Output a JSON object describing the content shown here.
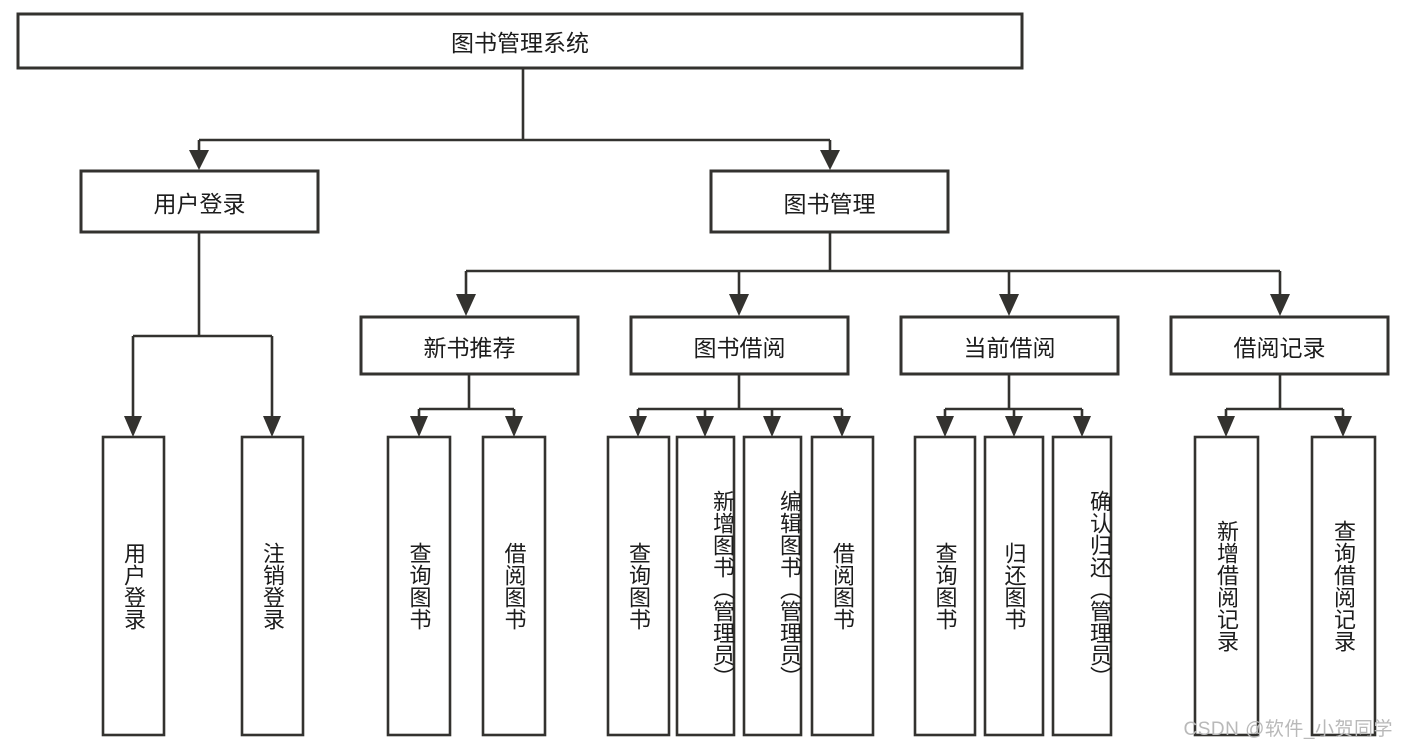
{
  "diagram": {
    "title": "图书管理系统",
    "type": "hierarchy-tree",
    "watermark": "CSDN @软件_小贺同学",
    "levels": {
      "root": {
        "label": "图书管理系统",
        "orientation": "horizontal"
      },
      "tier2": [
        {
          "id": "user-login",
          "label": "用户登录",
          "orientation": "horizontal"
        },
        {
          "id": "book-manage",
          "label": "图书管理",
          "orientation": "horizontal"
        }
      ],
      "tier3": [
        {
          "id": "new-book-recommend",
          "label": "新书推荐",
          "orientation": "horizontal",
          "parent": "book-manage"
        },
        {
          "id": "book-borrow",
          "label": "图书借阅",
          "orientation": "horizontal",
          "parent": "book-manage"
        },
        {
          "id": "current-borrow",
          "label": "当前借阅",
          "orientation": "horizontal",
          "parent": "book-manage"
        },
        {
          "id": "borrow-record",
          "label": "借阅记录",
          "orientation": "horizontal",
          "parent": "book-manage"
        }
      ],
      "leaves": [
        {
          "id": "leaf-user-login",
          "label": "用户登录",
          "orientation": "vertical",
          "parent": "user-login"
        },
        {
          "id": "leaf-user-logout",
          "label": "注销登录",
          "orientation": "vertical",
          "parent": "user-login"
        },
        {
          "id": "leaf-query-book-1",
          "label": "查询图书",
          "orientation": "vertical",
          "parent": "new-book-recommend"
        },
        {
          "id": "leaf-borrow-book-1",
          "label": "借阅图书",
          "orientation": "vertical",
          "parent": "new-book-recommend"
        },
        {
          "id": "leaf-query-book-2",
          "label": "查询图书",
          "orientation": "vertical",
          "parent": "book-borrow"
        },
        {
          "id": "leaf-add-book",
          "label": "新增图书（管理员）",
          "orientation": "vertical",
          "parent": "book-borrow"
        },
        {
          "id": "leaf-edit-book",
          "label": "编辑图书（管理员）",
          "orientation": "vertical",
          "parent": "book-borrow"
        },
        {
          "id": "leaf-borrow-book-2",
          "label": "借阅图书",
          "orientation": "vertical",
          "parent": "book-borrow"
        },
        {
          "id": "leaf-query-book-3",
          "label": "查询图书",
          "orientation": "vertical",
          "parent": "current-borrow"
        },
        {
          "id": "leaf-return-book",
          "label": "归还图书",
          "orientation": "vertical",
          "parent": "current-borrow"
        },
        {
          "id": "leaf-confirm-return",
          "label": "确认归还（管理员）",
          "orientation": "vertical",
          "parent": "current-borrow"
        },
        {
          "id": "leaf-add-record",
          "label": "新增借阅记录",
          "orientation": "vertical",
          "parent": "borrow-record"
        },
        {
          "id": "leaf-query-record",
          "label": "查询借阅记录",
          "orientation": "vertical",
          "parent": "borrow-record"
        }
      ]
    },
    "colors": {
      "stroke": "#33322f",
      "fill": "#ffffff",
      "text": "#1c1c1c",
      "watermark": "#b9b9b9"
    }
  }
}
